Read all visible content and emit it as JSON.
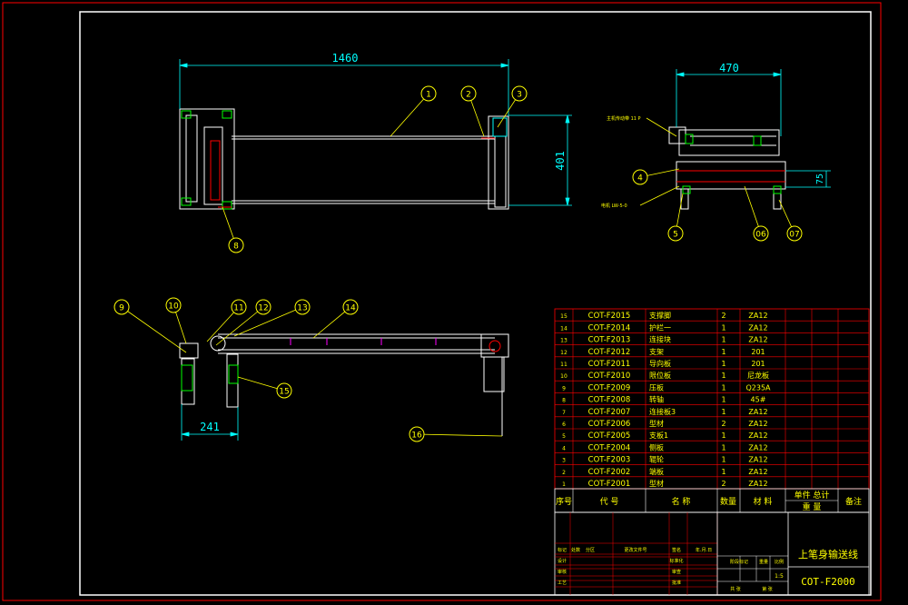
{
  "colors": {
    "background": "#000000",
    "border": "#ff0000",
    "line": "#ffffff",
    "dimension": "#00ffff",
    "leader": "#ffff00",
    "table_text": "#ffff00",
    "accent_green": "#00ff00",
    "accent_magenta": "#ff00ff"
  },
  "dimensions": {
    "length": "1460",
    "height": "401",
    "width": "470",
    "offset": "75",
    "support_span": "241"
  },
  "balloons": [
    "1",
    "2",
    "3",
    "4",
    "5",
    "06",
    "07",
    "8",
    "9",
    "10",
    "11",
    "12",
    "13",
    "14",
    "15",
    "16"
  ],
  "side_notes": {
    "upper": "主机传动带 11 P",
    "lower": "电机 LW-5-0"
  },
  "parts_list": {
    "rows": [
      {
        "no": "15",
        "code": "COT-F2015",
        "name": "支撑脚",
        "qty": "2",
        "material": "ZA12"
      },
      {
        "no": "14",
        "code": "COT-F2014",
        "name": "护栏一",
        "qty": "1",
        "material": "ZA12"
      },
      {
        "no": "13",
        "code": "COT-F2013",
        "name": "连接块",
        "qty": "1",
        "material": "ZA12"
      },
      {
        "no": "12",
        "code": "COT-F2012",
        "name": "支架",
        "qty": "1",
        "material": "201"
      },
      {
        "no": "11",
        "code": "COT-F2011",
        "name": "导向板",
        "qty": "1",
        "material": "201"
      },
      {
        "no": "10",
        "code": "COT-F2010",
        "name": "限位板",
        "qty": "1",
        "material": "尼龙板"
      },
      {
        "no": "9",
        "code": "COT-F2009",
        "name": "压板",
        "qty": "1",
        "material": "Q235A"
      },
      {
        "no": "8",
        "code": "COT-F2008",
        "name": "转轴",
        "qty": "1",
        "material": "45#"
      },
      {
        "no": "7",
        "code": "COT-F2007",
        "name": "连接板3",
        "qty": "1",
        "material": "ZA12"
      },
      {
        "no": "6",
        "code": "COT-F2006",
        "name": "型材",
        "qty": "2",
        "material": "ZA12"
      },
      {
        "no": "5",
        "code": "COT-F2005",
        "name": "支板1",
        "qty": "1",
        "material": "ZA12"
      },
      {
        "no": "4",
        "code": "COT-F2004",
        "name": "侧板",
        "qty": "1",
        "material": "ZA12"
      },
      {
        "no": "3",
        "code": "COT-F2003",
        "name": "辊轮",
        "qty": "1",
        "material": "ZA12"
      },
      {
        "no": "2",
        "code": "COT-F2002",
        "name": "端板",
        "qty": "1",
        "material": "ZA12"
      },
      {
        "no": "1",
        "code": "COT-F2001",
        "name": "型材",
        "qty": "2",
        "material": "ZA12"
      }
    ],
    "header": {
      "no": "序号",
      "code": "代 号",
      "name": "名 称",
      "qty": "数量",
      "material": "材 料",
      "weight": "单件 总计",
      "weight_sub": "重 量",
      "remark": "备注"
    }
  },
  "title_block": {
    "title": "上笔身输送线",
    "drawing_no": "COT-F2000",
    "labels": {
      "mark": "标记",
      "count": "处数",
      "zone": "分区",
      "change_doc": "更改文件号",
      "sign": "签名",
      "date": "年.月.日",
      "design": "设计",
      "check": "审核",
      "process": "工艺",
      "approve": "批准",
      "standard": "标准化",
      "review": "审查",
      "stage": "阶段标记",
      "weight": "重量",
      "scale": "比例",
      "sheets": "共 张",
      "sheet": "第 张"
    },
    "scale_value": "1:5"
  }
}
